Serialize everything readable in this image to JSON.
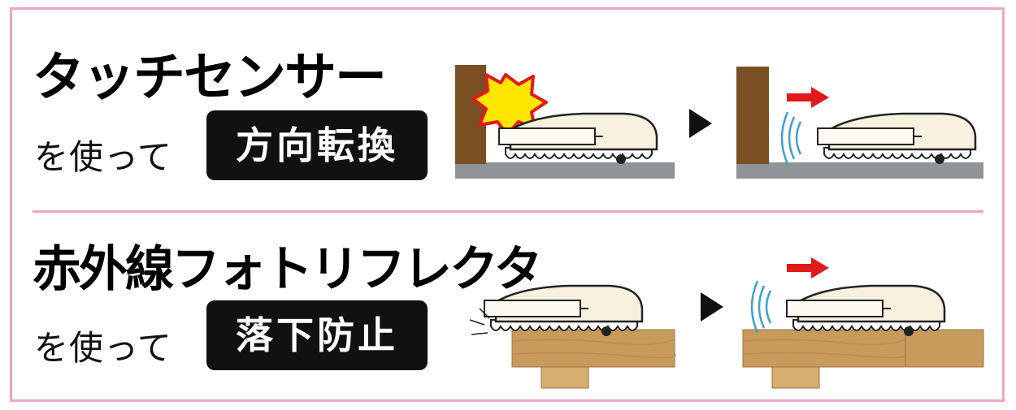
{
  "section1": {
    "title": "タッチセンサー",
    "subtitle": "を使って",
    "badge": "方向転換"
  },
  "section2": {
    "title": "赤外線フォトリフレクタ",
    "subtitle": "を使って",
    "badge": "落下防止"
  },
  "colors": {
    "frame": "#f0a3c8",
    "badge": "#111111",
    "wall": "#7a4f24",
    "floor": "#8f9497",
    "arrow": "#e01a1a",
    "burst": "#ffe600",
    "table": "#c89a5c",
    "robot": "#f8f1df",
    "signal": "#3d9fd6"
  },
  "icons": [
    "collision-burst-icon",
    "right-arrow-icon",
    "sensor-wave-icon",
    "play-triangle-icon"
  ]
}
